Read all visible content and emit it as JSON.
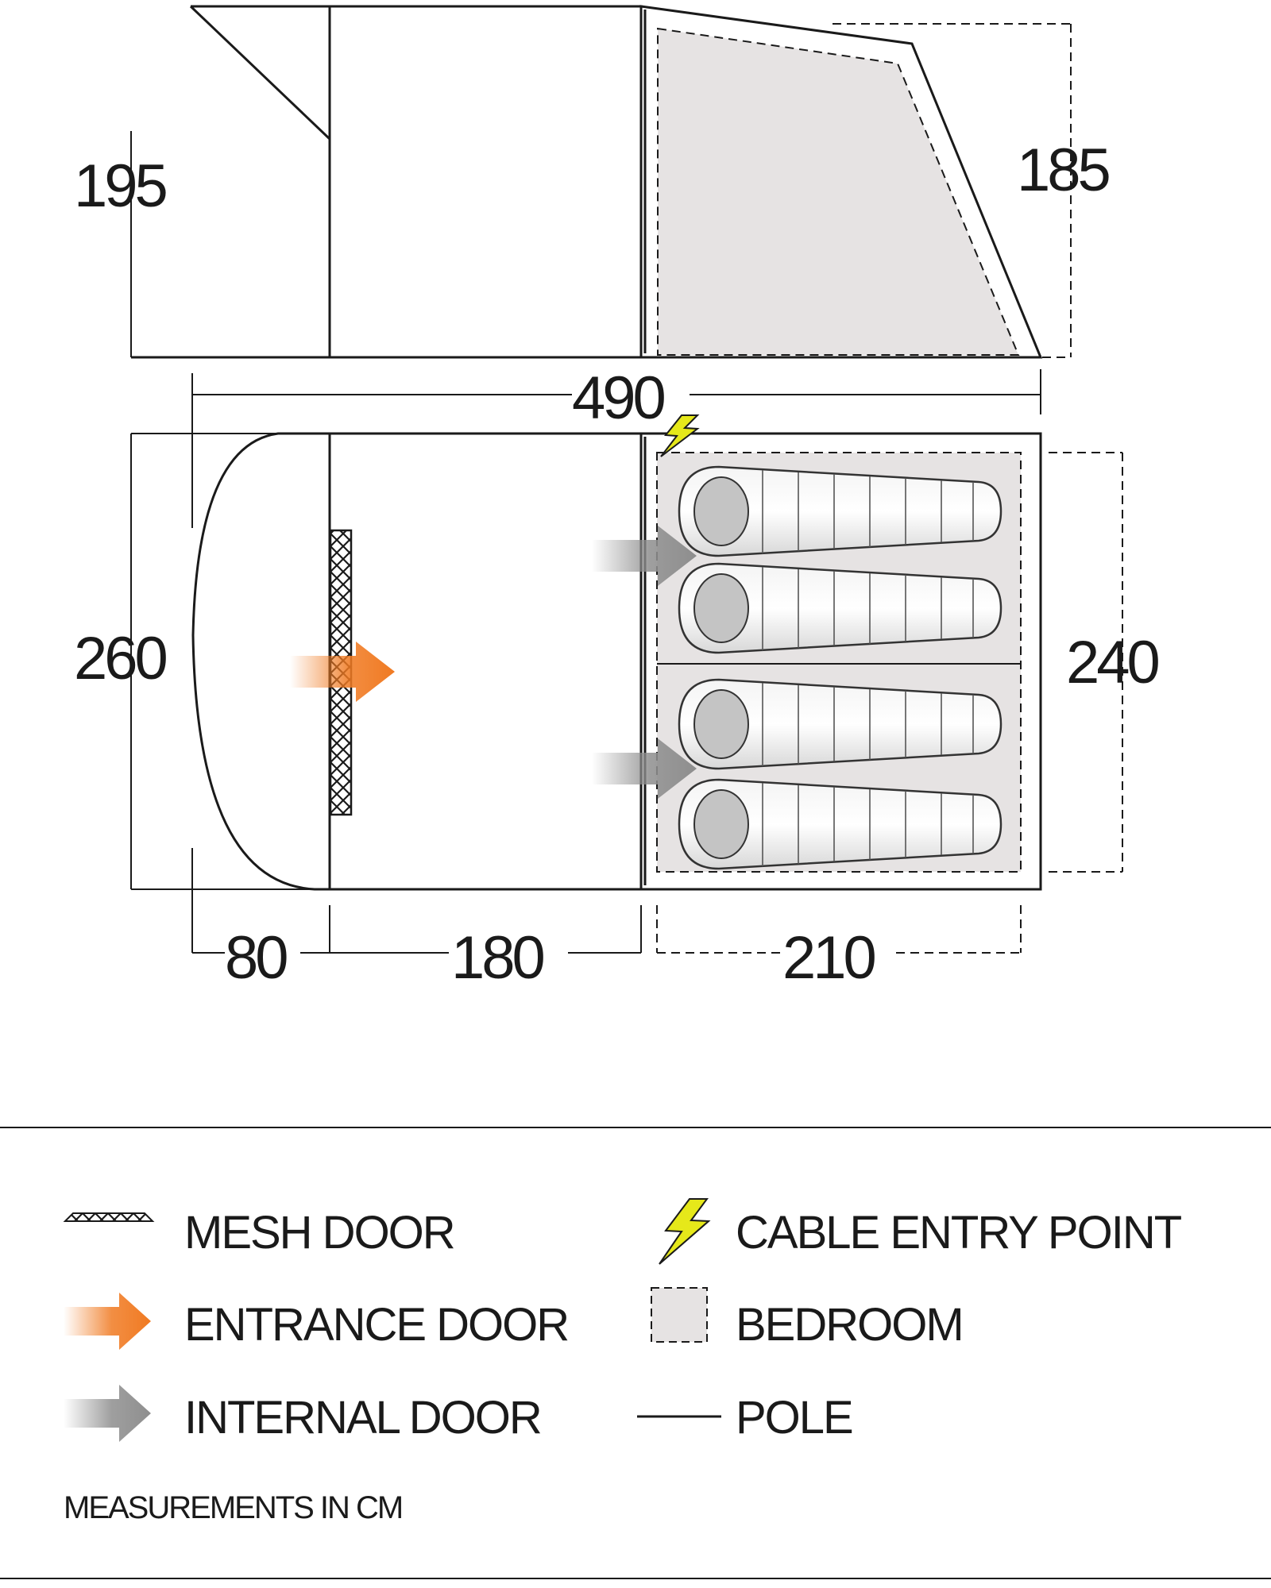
{
  "dimensions": {
    "side_height_left": "195",
    "side_height_right": "185",
    "total_length": "490",
    "width_overall": "260",
    "bedroom_width": "240",
    "porch_depth": "80",
    "living_length": "180",
    "bedroom_length": "210"
  },
  "legend": {
    "mesh_door": "MESH DOOR",
    "entrance_door": "ENTRANCE DOOR",
    "internal_door": "INTERNAL DOOR",
    "cable_entry_point": "CABLE ENTRY POINT",
    "bedroom": "BEDROOM",
    "pole": "POLE"
  },
  "note": "MEASUREMENTS IN CM",
  "colors": {
    "line": "#1a1a1a",
    "bedroom_fill": "#e6e3e3",
    "entrance_arrow": "#f07a22",
    "internal_arrow": "#8e8e8e",
    "cable_bolt": "#e6e81a"
  },
  "icons": {
    "mesh_door": "mesh-door-icon",
    "entrance_door": "entrance-arrow-icon",
    "internal_door": "internal-arrow-icon",
    "cable_entry_point": "lightning-bolt-icon",
    "bedroom": "bedroom-swatch-icon",
    "pole": "pole-line-icon"
  }
}
